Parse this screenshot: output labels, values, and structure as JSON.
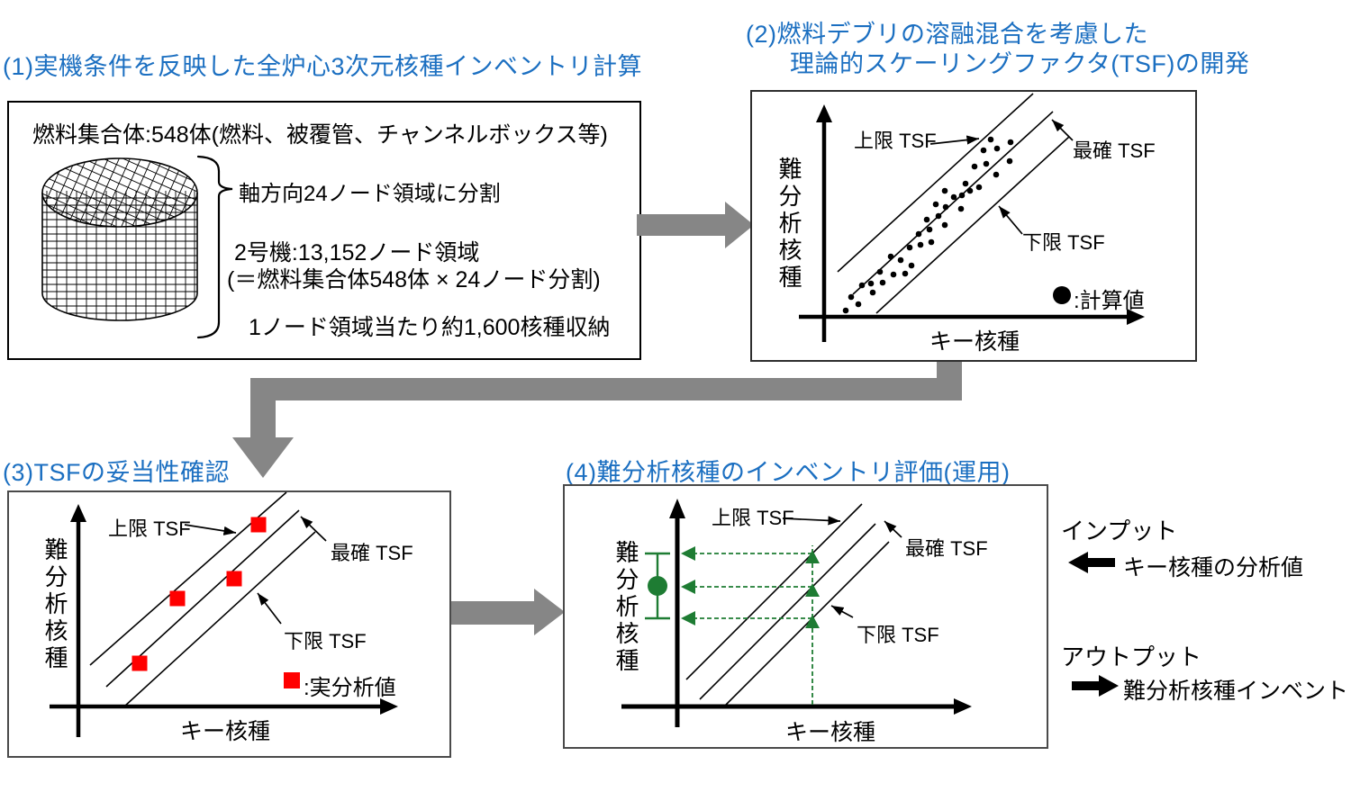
{
  "colors": {
    "title_blue": "#1B6FC1",
    "flow_gray": "#868686",
    "green": "#1E7C33",
    "red": "#FF0000",
    "black": "#000000"
  },
  "titles": {
    "panel1": "(1)実機条件を反映した全炉心3次元核種インベントリ計算",
    "panel2_line1": "(2)燃料デブリの溶融混合を考慮した",
    "panel2_line2": "理論的スケーリングファクタ(TSF)の開発",
    "panel3": "(3)TSFの妥当性確認",
    "panel4": "(4)難分析核種のインベントリ評価(運用)"
  },
  "panel1": {
    "assembly": "燃料集合体:548体(燃料、被覆管、チャンネルボックス等)",
    "axial_split": "軸方向24ノード領域に分割",
    "unit2": "2号機:13,152ノード領域",
    "unit2_detail": "(＝燃料集合体548体 × 24ノード分割)",
    "nuclides_per_node": "1ノード領域当たり約1,600核種収納"
  },
  "plot_labels": {
    "upper": "上限 TSF",
    "best": "最確 TSF",
    "lower": "下限 TSF",
    "xlabel": "キー核種",
    "ylabel": "難分析核種"
  },
  "legends": {
    "calculated": ":計算値",
    "measured": ":実分析値"
  },
  "io": {
    "input_title": "インプット",
    "input_desc": "キー核種の分析値",
    "output_title": "アウトプット",
    "output_desc": "難分析核種インベントリ"
  },
  "chart_data": [
    {
      "id": "panel2-tsf-development",
      "type": "scatter",
      "xlabel": "キー核種",
      "ylabel": "難分析核種",
      "axes_numeric": false,
      "guide_lines": [
        "上限 TSF",
        "最確 TSF",
        "下限 TSF"
      ],
      "legend": "●:計算値",
      "series": [
        {
          "name": "計算値",
          "marker": "black-dot",
          "points": [
            [
              265,
              53
            ],
            [
              287,
              56
            ],
            [
              257,
              65
            ],
            [
              272,
              63
            ],
            [
              247,
              83
            ],
            [
              260,
              80
            ],
            [
              286,
              77
            ],
            [
              271,
              92
            ],
            [
              237,
              102
            ],
            [
              252,
              106
            ],
            [
              214,
              110
            ],
            [
              224,
              117
            ],
            [
              233,
              115
            ],
            [
              242,
              110
            ],
            [
              204,
              125
            ],
            [
              215,
              128
            ],
            [
              232,
              130
            ],
            [
              194,
              142
            ],
            [
              207,
              138
            ],
            [
              214,
              148
            ],
            [
              197,
              153
            ],
            [
              185,
              158
            ],
            [
              175,
              173
            ],
            [
              187,
              170
            ],
            [
              199,
              167
            ],
            [
              154,
              183
            ],
            [
              165,
              187
            ],
            [
              177,
              193
            ],
            [
              142,
              200
            ],
            [
              157,
              203
            ],
            [
              170,
              202
            ],
            [
              132,
              213
            ],
            [
              145,
              212
            ],
            [
              134,
              223
            ],
            [
              122,
              215
            ],
            [
              110,
              228
            ],
            [
              118,
              236
            ],
            [
              104,
              243
            ]
          ]
        }
      ]
    },
    {
      "id": "panel3-tsf-validation",
      "type": "scatter",
      "xlabel": "キー核種",
      "ylabel": "難分析核種",
      "axes_numeric": false,
      "guide_lines": [
        "上限 TSF",
        "最確 TSF",
        "下限 TSF"
      ],
      "legend": "■:実分析値",
      "series": [
        {
          "name": "実分析値",
          "marker": "red-square",
          "points": [
            [
              277,
              36
            ],
            [
              250,
              96
            ],
            [
              187,
              118
            ],
            [
              145,
              190
            ]
          ]
        }
      ]
    },
    {
      "id": "panel4-inventory-evaluation",
      "type": "schematic",
      "xlabel": "キー核種",
      "ylabel": "難分析核種",
      "guide_lines": [
        "上限 TSF",
        "最確 TSF",
        "下限 TSF"
      ],
      "construction": {
        "key_nuclide_x": 275,
        "result_y": {
          "upper": 75,
          "best": 112,
          "lower": 147
        }
      }
    }
  ]
}
